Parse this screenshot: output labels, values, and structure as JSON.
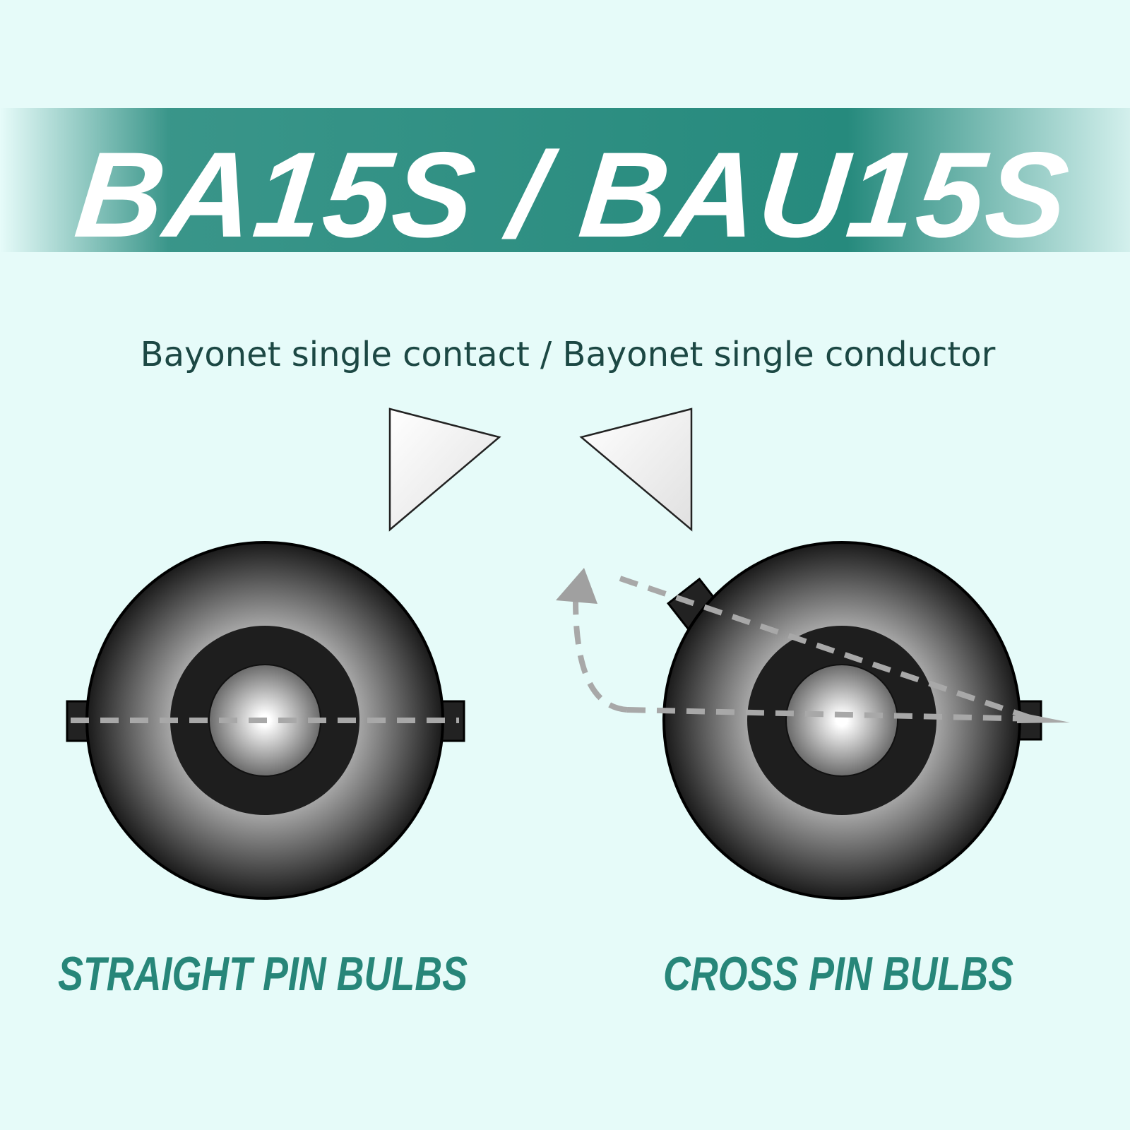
{
  "title": "BA15S / BAU15S",
  "subtitle": "Bayonet single contact / Bayonet single conductor",
  "left_label": "STRAIGHT PIN BULBS",
  "right_label": "CROSS PIN BULBS",
  "colors": {
    "background": "#e6fbf9",
    "banner": "#268a7d",
    "label": "#278679",
    "subtitle": "#1c4844"
  }
}
